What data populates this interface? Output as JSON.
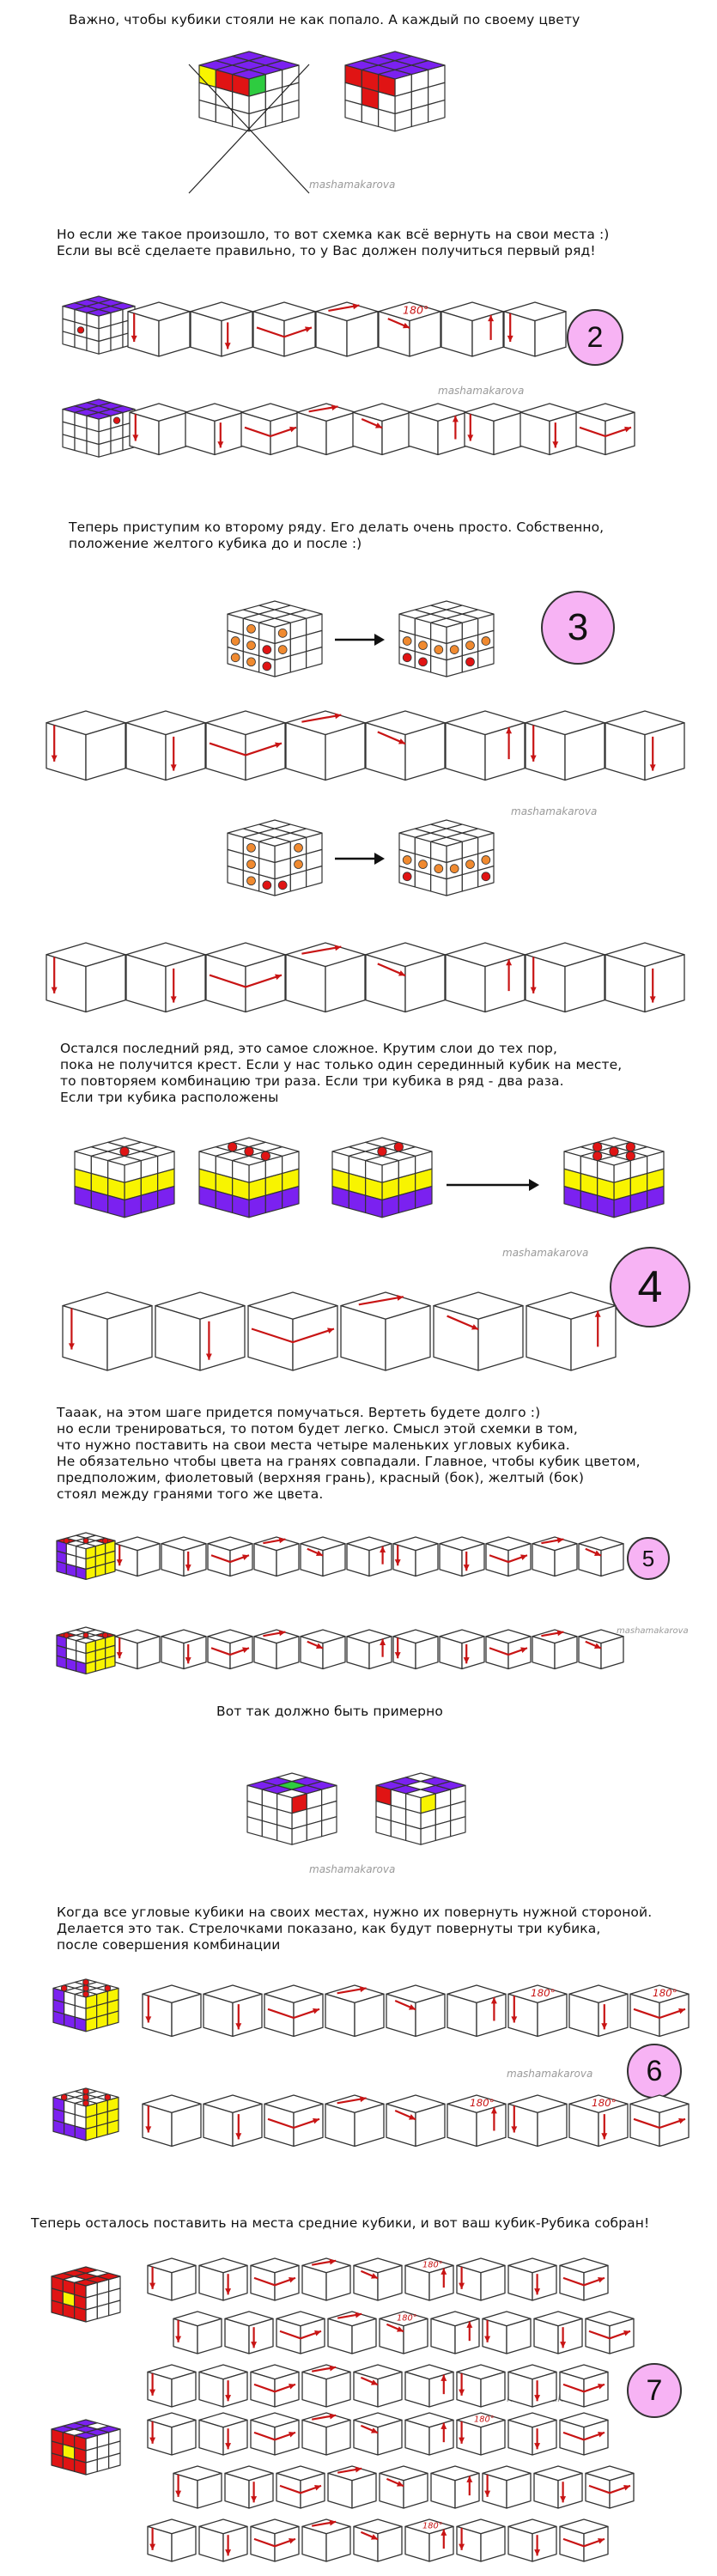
{
  "texts": {
    "intro": "Важно, чтобы кубики стояли не как попало. А каждый по своему цвету",
    "step2": "Но если же такое произошло, то вот схемка как всё вернуть на свои места :)\nЕсли вы всё сделаете правильно, то у Вас должен получиться первый ряд!",
    "step3": "Теперь приступим ко второму ряду. Его делать очень просто. Собственно,\nположение желтого кубика до и после :)",
    "step4": "Остался последний ряд, это самое сложное. Крутим слои до тех пор,\nпока не получится крест. Если у нас только один серединный кубик на месте,\nто повторяем комбинацию три раза. Если три кубика в ряд - два раза.\nЕсли три кубика расположены",
    "step5": "Тааак, на этом шаге придется помучаться. Вертеть будете долго :)\nно если тренироваться, то потом будет легко. Смысл этой схемки в том,\nчто нужно поставить на свои места четыре маленьких угловых кубика.\nНе обязательно чтобы цвета на гранях совпадали. Главное, чтобы кубик цветом,\nпредположим, фиолетовый (верхняя грань), красный (бок), желтый (бок)\nстоял между гранями того же цвета.",
    "example": "Вот так должно быть примерно",
    "step6": "Когда все угловые кубики на своих местах, нужно их повернуть нужной стороной.\nДелается это так. Стрелочками показано, как будут повернуты три кубика,\nпосле совершения комбинации",
    "step7": "Теперь осталось поставить на места средние кубики, и вот ваш кубик-Рубика собран!"
  },
  "badges": [
    "2",
    "3",
    "4",
    "5",
    "6",
    "7"
  ],
  "watermark": "mashamakarova",
  "rotation_label": "180°",
  "colors": {
    "purple": "#7b21f0",
    "red": "#e01414",
    "yellow": "#f8f400",
    "green": "#2ecc40",
    "orange": "#f08a30",
    "pink": "#f7b3f4",
    "arrow": "#c81414"
  }
}
